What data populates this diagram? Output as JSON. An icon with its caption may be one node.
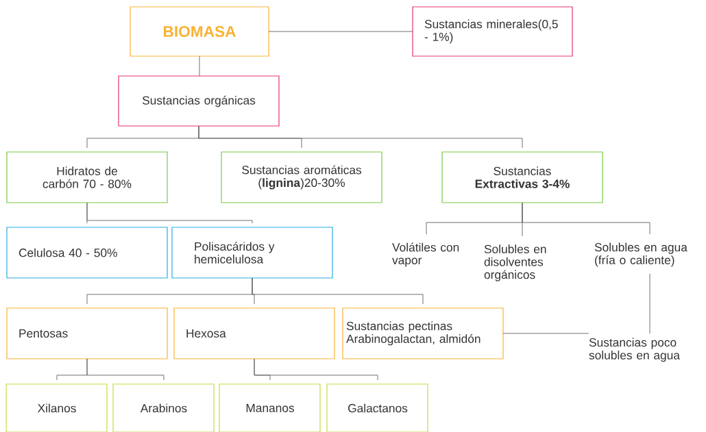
{
  "diagram": {
    "nodes": [
      {
        "text": [
          "BIOMASA"
        ]
      },
      {
        "text": [
          "Sustancias minerales(0,5 - 1%)"
        ]
      },
      {
        "text": [
          "Sustancias orgánicas"
        ]
      },
      {
        "text": [
          "Hidratos de carbón 70 - 80%"
        ]
      },
      {
        "text": [
          "Sustancias aromáticas (**lignina**)20-30%"
        ]
      },
      {
        "text": [
          "Sustancias **Extractivas 3-4%**"
        ]
      },
      {
        "text": [
          "Celulosa 40 - 50%"
        ]
      },
      {
        "text": [
          "Polisacáridos y hemicelulosa"
        ]
      },
      {
        "text": [
          "Volátiles con vapor"
        ]
      },
      {
        "text": [
          "Solubles en disolventes orgánicos"
        ]
      },
      {
        "text": [
          "Solubles en agua (fría o caliente)"
        ]
      },
      {
        "text": [
          "Pentosas"
        ]
      },
      {
        "text": [
          "Hexosa"
        ]
      },
      {
        "text": [
          "Sustancias pectinas Arabinogalactan, almidón"
        ]
      },
      {
        "text": [
          "Sustancias poco solubles en agua"
        ]
      },
      {
        "text": [
          "Xilanos"
        ]
      },
      {
        "text": [
          "Arabinos"
        ]
      },
      {
        "text": [
          "Mananos"
        ]
      },
      {
        "text": [
          "Galactanos"
        ]
      }
    ],
    "edges": [
      {
        "from": 0,
        "to": 1,
        "arrow": "none"
      },
      {
        "from": 0,
        "to": 2,
        "arrow": "none"
      },
      {
        "from": 2,
        "to": 3,
        "arrow": "none"
      },
      {
        "from": 2,
        "to": 4,
        "arrow": "none"
      },
      {
        "from": 2,
        "to": 5,
        "arrow": "none"
      },
      {
        "from": 3,
        "to": 6,
        "arrow": "none"
      },
      {
        "from": 3,
        "to": 7,
        "arrow": "none"
      },
      {
        "from": 5,
        "to": 8,
        "arrow": "none"
      },
      {
        "from": 5,
        "to": 9,
        "arrow": "none"
      },
      {
        "from": 5,
        "to": 10,
        "arrow": "none"
      },
      {
        "from": 7,
        "to": 11,
        "arrow": "none"
      },
      {
        "from": 7,
        "to": 12,
        "arrow": "none"
      },
      {
        "from": 7,
        "to": 13,
        "arrow": "none"
      },
      {
        "from": 10,
        "to": 14,
        "arrow": "none"
      },
      {
        "from": 13,
        "to": 14,
        "arrow": "none"
      },
      {
        "from": 11,
        "to": 15,
        "arrow": "none"
      },
      {
        "from": 11,
        "to": 16,
        "arrow": "none"
      },
      {
        "from": 12,
        "to": 17,
        "arrow": "none"
      },
      {
        "from": 12,
        "to": 18,
        "arrow": "none"
      }
    ]
  }
}
